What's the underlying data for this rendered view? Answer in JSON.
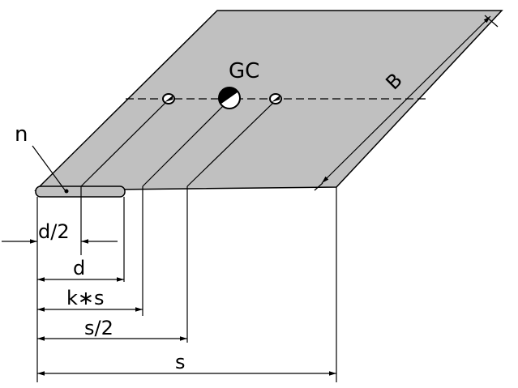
{
  "diagram": {
    "labels": {
      "gc": "GC",
      "b": "B",
      "n": "n",
      "d_half": "d/2",
      "d": "d",
      "k_times_s": "k∗s",
      "s_half": "s/2",
      "s": "s"
    },
    "colors": {
      "plate_fill": "#c0c0c0",
      "line": "#000000",
      "background": "#ffffff"
    }
  }
}
